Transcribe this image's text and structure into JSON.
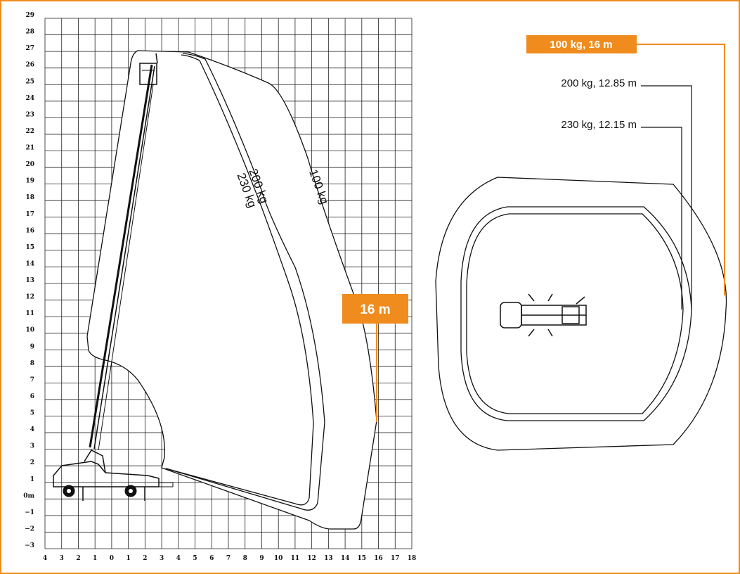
{
  "colors": {
    "frame": "#f08c1e",
    "accent": "#f08c1e",
    "line": "#111111",
    "grid": "#222222"
  },
  "side_view": {
    "y_ticks": [
      "29",
      "28",
      "27",
      "26",
      "25",
      "24",
      "23",
      "22",
      "21",
      "20",
      "19",
      "18",
      "17",
      "16",
      "15",
      "14",
      "13",
      "12",
      "11",
      "10",
      "9",
      "8",
      "7",
      "6",
      "5",
      "4",
      "3",
      "2",
      "1",
      "0m",
      "−1",
      "−2",
      "−3"
    ],
    "x_ticks": [
      "4",
      "3",
      "2",
      "1",
      "0",
      "1",
      "2",
      "3",
      "4",
      "5",
      "6",
      "7",
      "8",
      "9",
      "10",
      "11",
      "12",
      "13",
      "14",
      "15",
      "16",
      "17",
      "18"
    ],
    "envelope_labels": {
      "inner_top": "200 kg",
      "inner_bottom": "230 kg",
      "outer": "100 kg"
    },
    "reach_badge": "16 m"
  },
  "top_view": {
    "callouts": [
      {
        "text": "100 kg, 16 m",
        "highlighted": true
      },
      {
        "text": "200 kg, 12.85 m",
        "highlighted": false
      },
      {
        "text": "230 kg, 12.15 m",
        "highlighted": false
      }
    ]
  }
}
